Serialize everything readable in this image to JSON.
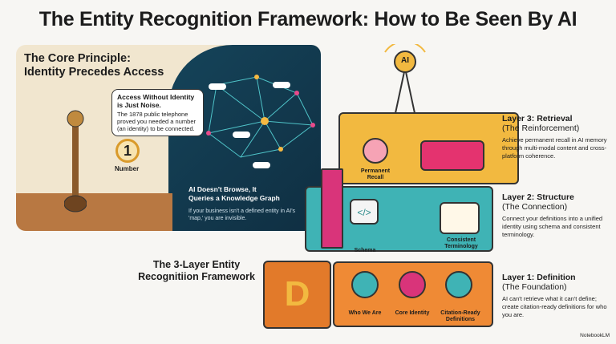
{
  "title": "The Entity Recognition Framework: How to Be Seen By AI",
  "core_principle": {
    "line1": "The Core Principle:",
    "line2": "Identity Precedes Access"
  },
  "bubble": {
    "heading": "Access Without Identity is Just Noise.",
    "text": "The 1878 public telephone proved you needed a number (an identity) to be connected."
  },
  "number": {
    "digit": "1",
    "label": "Number"
  },
  "knowledge_graph": {
    "heading1": "AI Doesn't Browse, It",
    "heading2": "Queries a Knowledge Graph",
    "text": "If your business isn't a defined entity in AI's 'map,' you are invisible."
  },
  "tower_badge": "AI",
  "framework_title": {
    "line1": "The 3-Layer Entity",
    "line2": "Recognitiion Framework"
  },
  "layers": [
    {
      "heading": "Layer 3: Retrieval",
      "subtitle": "(The Reinforcement)",
      "description": "Achieve permanent recall in AI memory through multi-modal content and cross-platform coherence.",
      "items": [
        "Permanent Recall"
      ],
      "color": "#f2b940"
    },
    {
      "heading": "Layer 2: Structure",
      "subtitle": "(The Connection)",
      "description": "Connect your definitions into a unified identity using schema and consistent terminology.",
      "items": [
        "Schema",
        "Consistent Terminology"
      ],
      "color": "#3fb3b5"
    },
    {
      "heading": "Layer 1: Definition",
      "subtitle": "(The Foundation)",
      "description": "AI can't retrieve what it can't define; create citation-ready definitions for who you are.",
      "items": [
        "Who We Are",
        "Core Identity",
        "Citation-Ready Definitions"
      ],
      "color": "#ef8a35"
    }
  ],
  "block_letter": "D",
  "watermark": "NotebookLM"
}
